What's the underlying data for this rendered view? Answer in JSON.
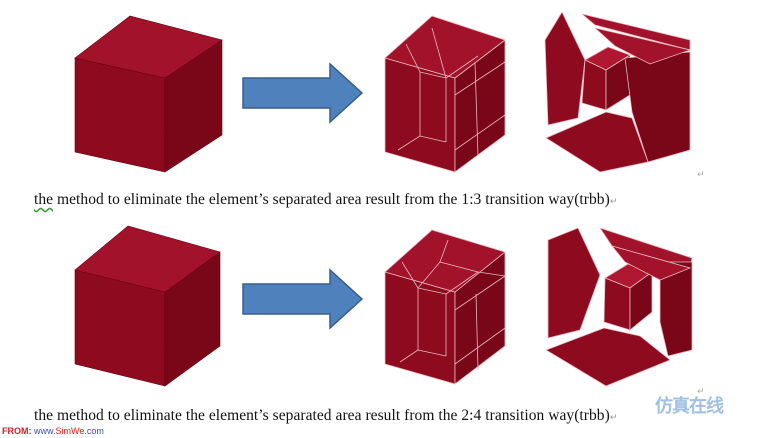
{
  "captions": [
    {
      "pre": "",
      "underlined": "the",
      "post": " method to eliminate the element’s separated area result from the 1:3 transition way(trbb)"
    },
    {
      "pre": "",
      "underlined": "",
      "post": "the method to eliminate the element’s separated area result from the 2:4 transition way(trbb)"
    }
  ],
  "paragraph_mark": "↵",
  "source": {
    "from": "FROM:",
    "site_prefix": " www.",
    "site_brand": "SimWe",
    "site_suffix": ".com"
  },
  "watermark": "仿真在线",
  "colors": {
    "cube_front": "#8e0a1e",
    "cube_side": "#7a0718",
    "cube_top": "#a3122b",
    "edge": "#e8b8be",
    "arrow_fill": "#4f81bd",
    "arrow_stroke": "#385d8a"
  }
}
